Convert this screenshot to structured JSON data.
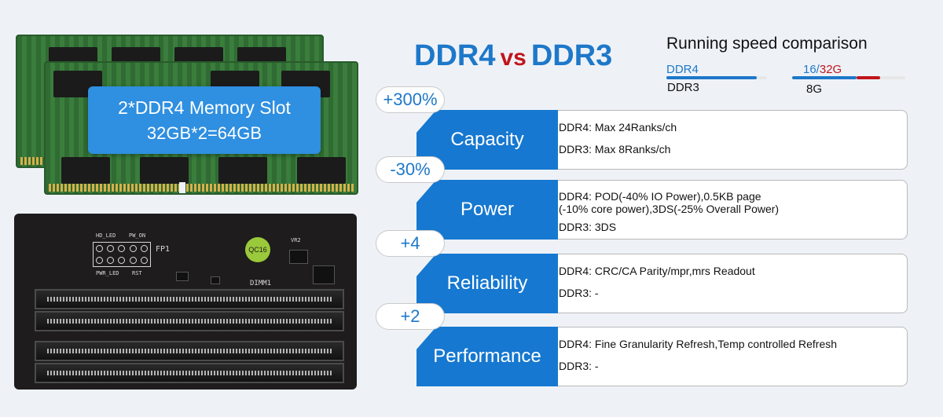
{
  "memory_slot": {
    "line1": "2*DDR4 Memory Slot",
    "line2": "32GB*2=64GB"
  },
  "board_silkscreen": {
    "hd_led": "HD_LED",
    "pw_on": "PW_ON",
    "pwr_led": "PWR_LED",
    "rst": "RST",
    "fp1": "FP1",
    "vr2": "VR2",
    "dimm1": "DIMM1",
    "qc": "QC16"
  },
  "title": {
    "left": "DDR4",
    "vs": "vs",
    "right": "DDR3"
  },
  "speed_comparison": {
    "title": "Running speed comparison",
    "ddr4_label": "DDR4",
    "ddr3_label": "DDR3",
    "ddr4_fill": 0.9,
    "size_16": "16/",
    "size_32": "32G",
    "size_8": "8G",
    "size_blue_fill": 0.57,
    "size_red_fill": 0.21
  },
  "rows": [
    {
      "badge": "+300%",
      "label": "Capacity",
      "lines": [
        "DDR4: Max 24Ranks/ch",
        "DDR3: Max 8Ranks/ch"
      ]
    },
    {
      "badge": "-30%",
      "label": "Power",
      "lines": [
        "DDR4: POD(-40% IO Power),0.5KB page",
        "(-10% core power),3DS(-25% Overall Power)",
        "DDR3: 3DS"
      ]
    },
    {
      "badge": "+4",
      "label": "Reliability",
      "lines": [
        "DDR4: CRC/CA Parity/mpr,mrs Readout",
        "DDR3: -"
      ]
    },
    {
      "badge": "+2",
      "label": "Performance",
      "lines": [
        "DDR4: Fine Granularity Refresh,Temp controlled Refresh",
        "DDR3: -"
      ]
    }
  ],
  "colors": {
    "accent_blue": "#1678d0",
    "accent_red": "#c0151b"
  }
}
